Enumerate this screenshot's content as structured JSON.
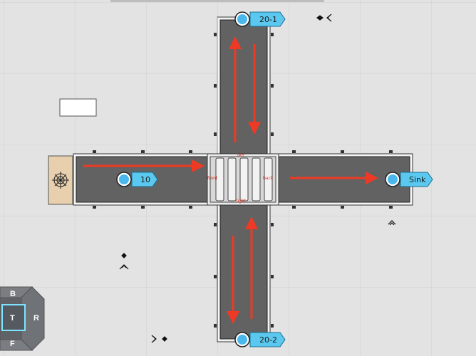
{
  "scene": {
    "background": "#e3e3e3",
    "grid_color": "#cfcfcf",
    "conveyor_color": "#626262",
    "arrow_color": "#ee3a24",
    "tag_color": "#5bc8ef"
  },
  "tags": {
    "top_conveyor": "20-1",
    "left_conveyor": "10",
    "right_conveyor": "Sink",
    "bottom_conveyor": "20-2"
  },
  "junction_labels": {
    "left": "front",
    "right": "back",
    "top": "left",
    "bottom": "right"
  },
  "view_cube": {
    "back": "B",
    "top": "T",
    "right": "R",
    "front": "F"
  }
}
